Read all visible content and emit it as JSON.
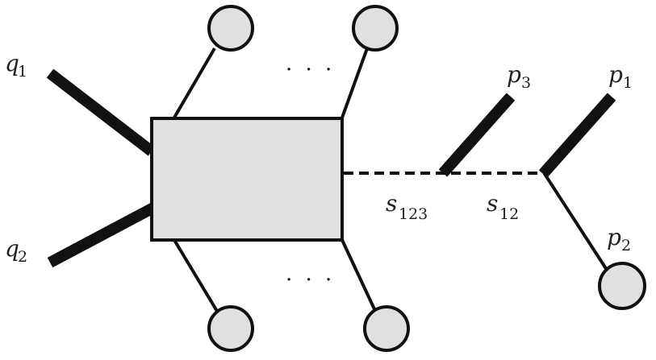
{
  "diagram": {
    "labels": {
      "q1": {
        "main": "q",
        "sub": "1"
      },
      "q2": {
        "main": "q",
        "sub": "2"
      },
      "p1": {
        "main": "p",
        "sub": "1"
      },
      "p2": {
        "main": "p",
        "sub": "2"
      },
      "p3": {
        "main": "p",
        "sub": "3"
      },
      "s123": {
        "main": "s",
        "sub": "123"
      },
      "s12": {
        "main": "s",
        "sub": "12"
      }
    },
    "ellipsis_top": "· · ·",
    "ellipsis_bottom": "· · ·",
    "colors": {
      "stroke": "#111111",
      "fill_gray": "#e0e0e0"
    }
  }
}
